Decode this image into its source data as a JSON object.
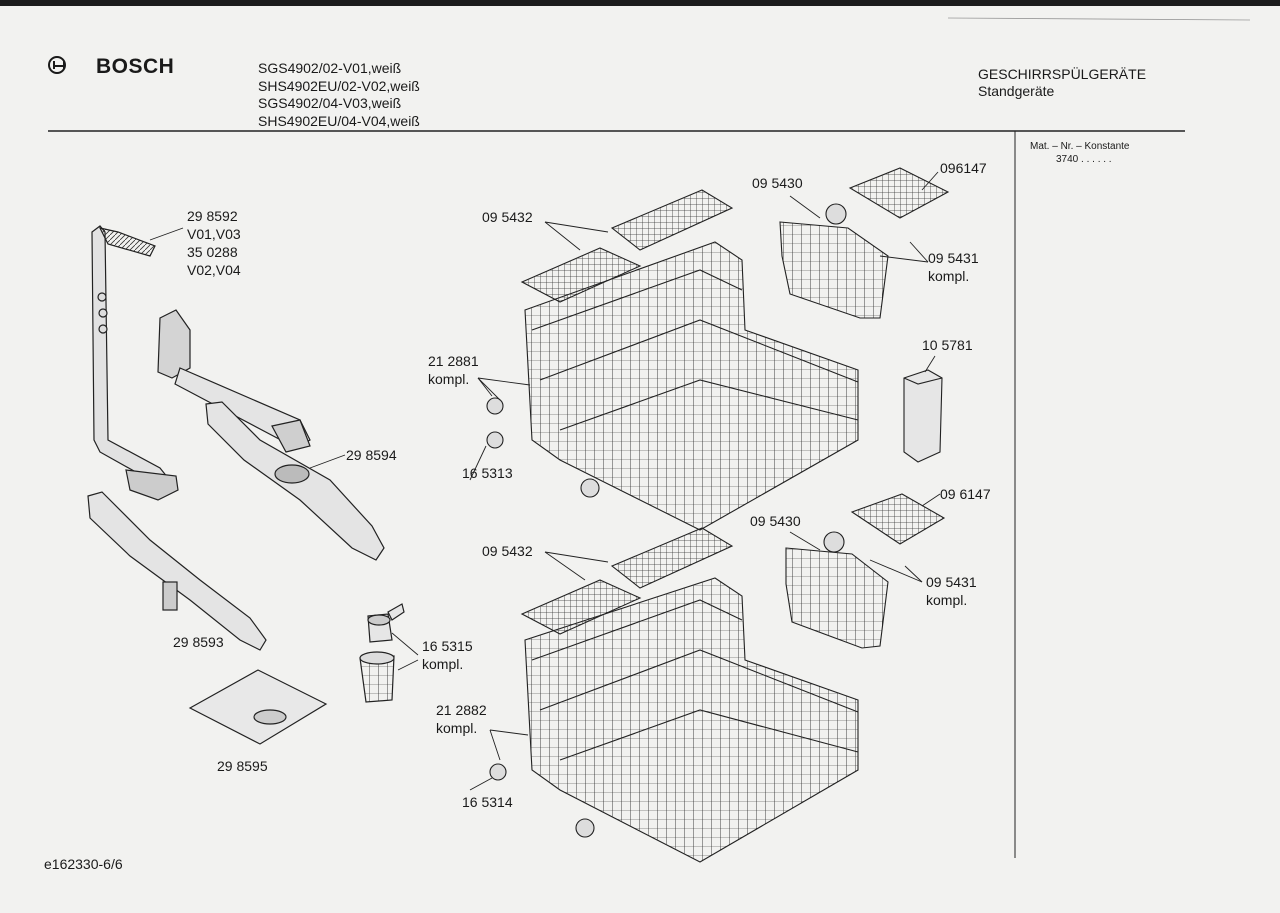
{
  "header": {
    "brand": "BOSCH",
    "models": [
      "SGS4902/02-V01,weiß",
      "SHS4902EU/02-V02,weiß",
      "SGS4902/04-V03,weiß",
      "SHS4902EU/04-V04,weiß"
    ],
    "category_title": "GESCHIRRSPÜLGERÄTE",
    "category_subtitle": "Standgeräte",
    "mat_label": "Mat. – Nr. – Konstante",
    "mat_value": "3740 . . . . . ."
  },
  "parts": {
    "p298592": "29 8592",
    "p298592_var1": "V01,V03",
    "p350288": "35 0288",
    "p350288_var": "V02,V04",
    "p298594": "29 8594",
    "p298593": "29 8593",
    "p298595": "29 8595",
    "p165315": "16 5315",
    "p165315_kompl": "kompl.",
    "p212881": "21 2881",
    "p212881_kompl": "kompl.",
    "p165313": "16 5313",
    "p095432_top": "09 5432",
    "p095430_top": "09 5430",
    "p096147_top": "096147",
    "p095431_top": "09 5431",
    "p095431_top_kompl": "kompl.",
    "p105781": "10 5781",
    "p095432_bot": "09 5432",
    "p095430_bot": "09 5430",
    "p096147_bot": "09 6147",
    "p095431_bot": "09 5431",
    "p095431_bot_kompl": "kompl.",
    "p212882": "21 2882",
    "p212882_kompl": "kompl.",
    "p165314": "16 5314"
  },
  "footer": {
    "doc_id": "e162330-6/6"
  }
}
